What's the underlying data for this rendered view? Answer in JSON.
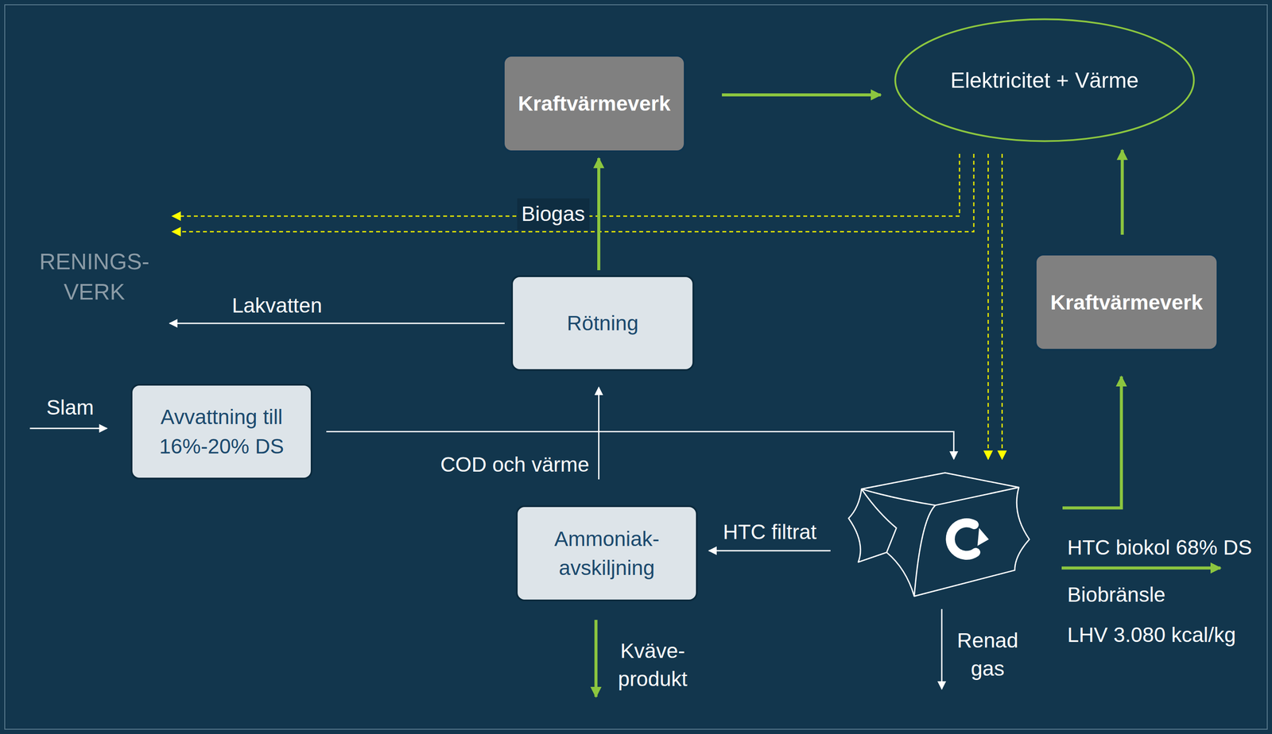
{
  "diagram": {
    "nodes": [
      {
        "text": [
          "Kraftvärmeverk"
        ]
      },
      {
        "text": [
          "Elektricitet + Värme"
        ]
      },
      {
        "text": [
          "Rötning"
        ]
      },
      {
        "text": [
          "Kraftvärmeverk"
        ]
      },
      {
        "text": [
          "Avvattning till 16%-20% DS"
        ]
      },
      {
        "text": [
          "Ammoniak- avskiljning"
        ]
      },
      {
        "text": []
      }
    ],
    "edges": [
      {
        "from": 2,
        "to": 0,
        "label": "Biogas",
        "arrow": "to"
      },
      {
        "from": 0,
        "to": 1,
        "arrow": "to"
      },
      {
        "from": 4,
        "to": 6,
        "arrow": "to"
      },
      {
        "from": 1,
        "to": 6,
        "arrow": "to"
      },
      {
        "from": 5,
        "to": 2,
        "label": "COD och värme",
        "arrow": "to"
      },
      {
        "from": 6,
        "to": 5,
        "label": "HTC filtrat",
        "arrow": "to"
      },
      {
        "from": 6,
        "to": 3,
        "arrow": "to"
      },
      {
        "from": 3,
        "to": 1,
        "arrow": "to"
      }
    ],
    "labels": [
      "RENINGS- VERK",
      "Lakvatten",
      "Slam",
      "Kväve- produkt",
      "Renad gas",
      "HTC biokol 68% DS",
      "Biobränsle",
      "LHV 3.080 kcal/kg"
    ]
  }
}
